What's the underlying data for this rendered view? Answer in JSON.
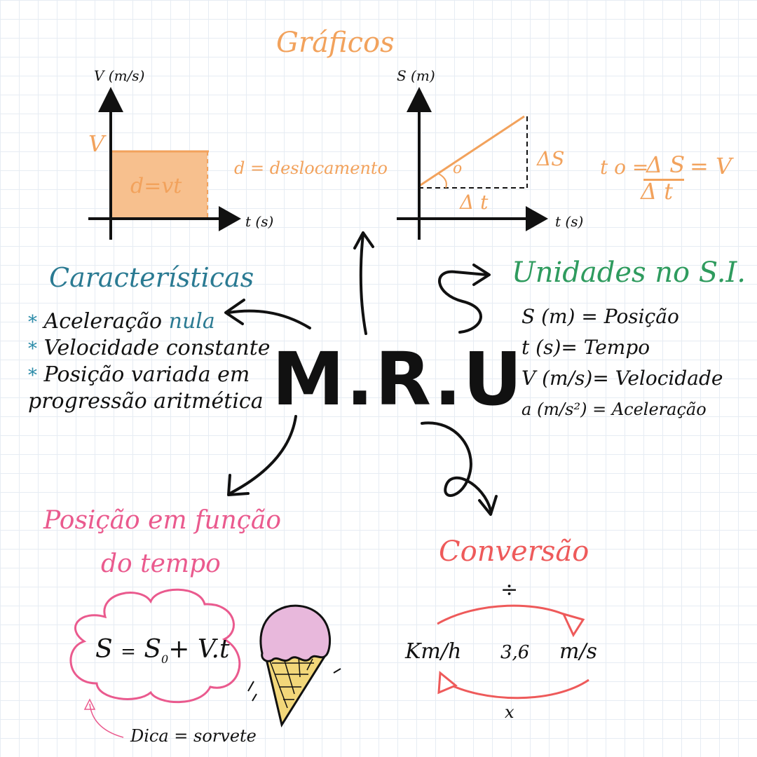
{
  "title": "M.R.U",
  "graficos": {
    "heading": "Gráficos",
    "velocity_graph": {
      "y_axis_label": "V (m/s)",
      "x_axis_label": "t (s)",
      "y_marker": "V",
      "area_label": "d=vt",
      "note": "d = deslocamento"
    },
    "position_graph": {
      "y_axis_label": "S (m)",
      "x_axis_label": "t (s)",
      "angle_label": "o",
      "delta_s": "ΔS",
      "delta_t": "Δ t",
      "formula_left": "t o =",
      "formula_num": "Δ S",
      "formula_den": "Δ t",
      "formula_right": "= V"
    }
  },
  "caracteristicas": {
    "heading": "Características",
    "items": [
      {
        "bullet": "*",
        "text": "Aceleração ",
        "highlight": "nula"
      },
      {
        "bullet": "*",
        "text": "Velocidade constante",
        "highlight": ""
      },
      {
        "bullet": "*",
        "text": "Posição variada em",
        "highlight": ""
      }
    ],
    "continuation": "progressão aritmética"
  },
  "unidades": {
    "heading": "Unidades no S.I.",
    "items": [
      "S (m) = Posição",
      "t (s)= Tempo",
      "V (m/s)= Velocidade",
      "a (m/s²) = Aceleração"
    ]
  },
  "posicao": {
    "heading_line1": "Posição em função",
    "heading_line2": "do tempo",
    "formula_s": "S",
    "formula_eq": "=",
    "formula_s0": "S",
    "formula_sub": "0",
    "formula_rest": "+ V.t",
    "tip": "Dica = sorvete"
  },
  "conversao": {
    "heading": "Conversão",
    "from_unit": "Km/h",
    "factor": "3,6",
    "to_unit": "m/s",
    "divide_symbol": "÷",
    "multiply_symbol": "x"
  },
  "colors": {
    "graficos": "#f2a25c",
    "caracteristicas": "#2a7a92",
    "unidades": "#2e9b5e",
    "posicao": "#ea5a8e",
    "conversao": "#ee5a5a",
    "ice_cream_scoop": "#e8b8dc",
    "cone": "#f2d77a"
  }
}
